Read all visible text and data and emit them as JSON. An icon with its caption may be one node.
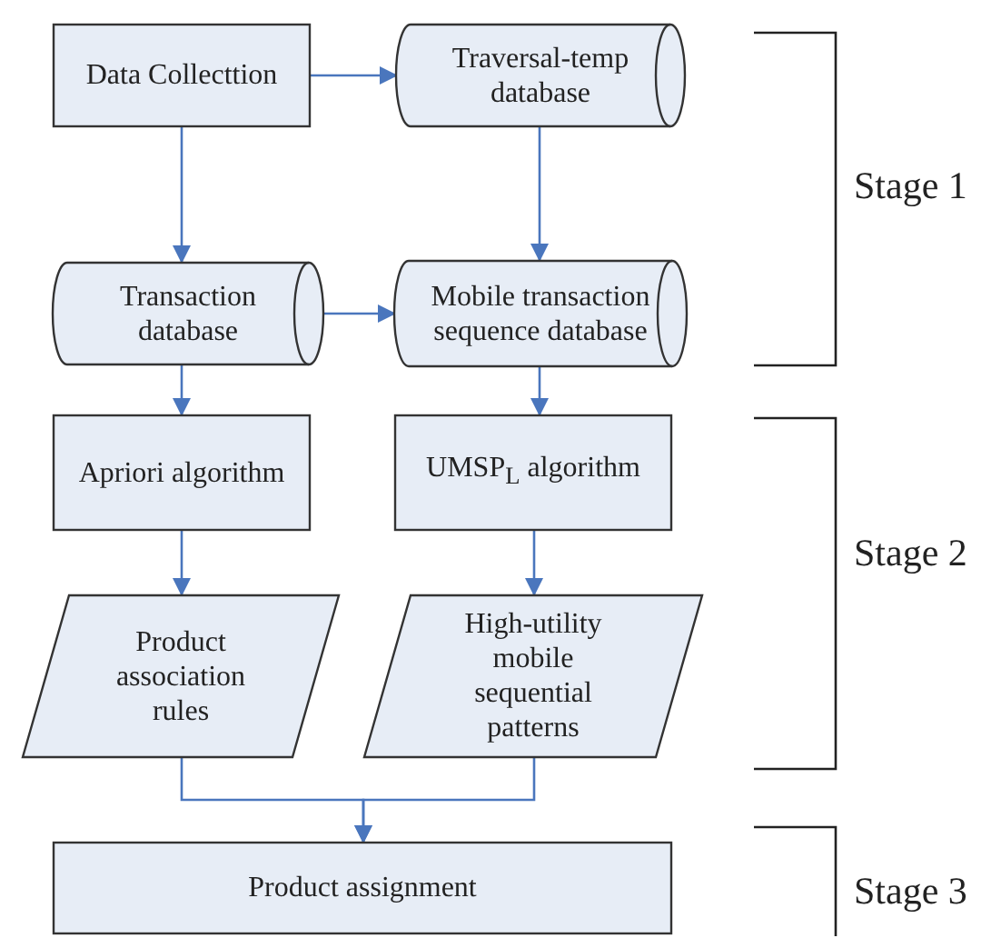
{
  "diagram": {
    "nodes": [
      {
        "text": [
          "Data Collecttion"
        ]
      },
      {
        "text": [
          "Traversal-temp database"
        ]
      },
      {
        "text": [
          "Transaction database"
        ]
      },
      {
        "text": [
          "Mobile transaction sequence database"
        ]
      },
      {
        "text": [
          "Apriori algorithm"
        ]
      },
      {
        "text": [
          "UMSP$_{L}$ algorithm"
        ]
      },
      {
        "text": [
          "Product association rules"
        ]
      },
      {
        "text": [
          "High-utility mobile sequential patterns"
        ]
      },
      {
        "text": [
          "Product assignment"
        ]
      }
    ],
    "edges": [
      {
        "from": 0,
        "to": 1,
        "arrow": "to"
      },
      {
        "from": 0,
        "to": 2,
        "arrow": "to"
      },
      {
        "from": 1,
        "to": 3,
        "arrow": "to"
      },
      {
        "from": 2,
        "to": 3,
        "arrow": "to"
      },
      {
        "from": 2,
        "to": 4,
        "arrow": "to"
      },
      {
        "from": 3,
        "to": 5,
        "arrow": "to"
      },
      {
        "from": 4,
        "to": 6,
        "arrow": "to"
      },
      {
        "from": 5,
        "to": 7,
        "arrow": "to"
      },
      {
        "from": 6,
        "to": 8,
        "arrow": "to"
      },
      {
        "from": 7,
        "to": 8,
        "arrow": "to"
      }
    ],
    "labels": [
      "Stage 1",
      "Stage 2",
      "Stage 3"
    ]
  }
}
